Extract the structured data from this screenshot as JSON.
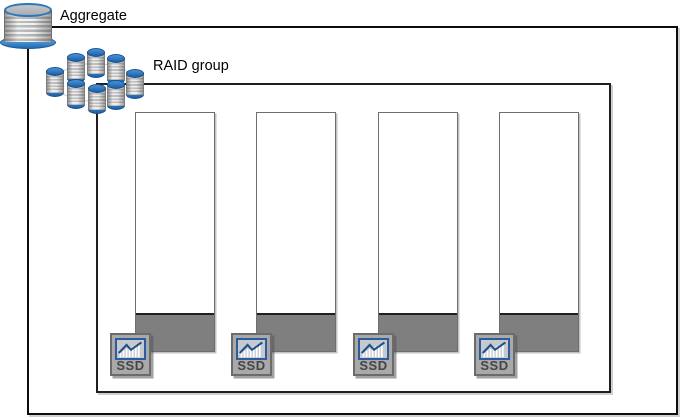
{
  "diagram": {
    "aggregate": {
      "label": "Aggregate"
    },
    "raid_group": {
      "label": "RAID group"
    },
    "disks": [
      {
        "icon_label": "SSD"
      },
      {
        "icon_label": "SSD"
      },
      {
        "icon_label": "SSD"
      },
      {
        "icon_label": "SSD"
      }
    ],
    "colors": {
      "cylinder_blue": "#2272b9",
      "cylinder_body_gray": "#c0c0c0",
      "used_capacity_gray": "#7f7f7f",
      "box_border_black": "#1a1a1a",
      "disk_border_gray": "#6e6e6e",
      "ssd_icon_gray": "#a9a9a9",
      "ssd_icon_accent_blue": "#2d5c9e"
    }
  }
}
